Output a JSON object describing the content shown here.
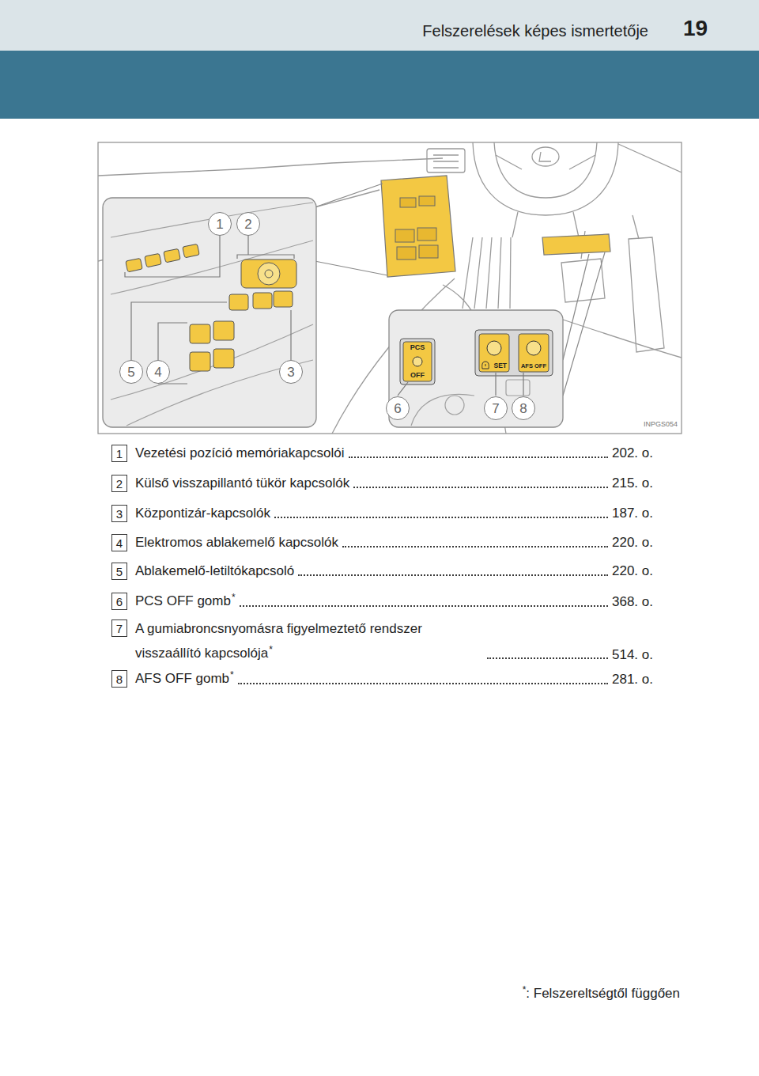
{
  "diagram": {
    "title": "Felszerelések képes ismertetője",
    "nodes": [
      {
        "text": [
          "1"
        ]
      },
      {
        "text": [
          "2"
        ]
      },
      {
        "text": [
          "5"
        ]
      },
      {
        "text": [
          "4"
        ]
      },
      {
        "text": [
          "3"
        ]
      },
      {
        "text": [
          "PCS",
          "OFF"
        ]
      },
      {
        "text": [
          "SET"
        ]
      },
      {
        "text": [
          "AFS OFF"
        ]
      },
      {
        "text": [
          "6"
        ]
      },
      {
        "text": [
          "7"
        ]
      },
      {
        "text": [
          "8"
        ]
      },
      {
        "text": [
          "1"
        ]
      },
      {
        "text": [
          "2"
        ]
      },
      {
        "text": [
          "3"
        ]
      },
      {
        "text": [
          "4"
        ]
      },
      {
        "text": [
          "5"
        ]
      },
      {
        "text": [
          "6"
        ]
      },
      {
        "text": [
          "7"
        ]
      },
      {
        "text": [
          "8"
        ]
      }
    ],
    "edges": [
      {
        "from": 8,
        "to": 5,
        "arrow": "none"
      },
      {
        "from": 9,
        "to": 6,
        "arrow": "none"
      },
      {
        "from": 10,
        "to": 7,
        "arrow": "none"
      }
    ],
    "labels": [
      "19",
      "INPGS054",
      "Vezetési pozíció memóriakapcsolói",
      "202. o.",
      "Külső visszapillantó tükör kapcsolók",
      "215. o.",
      "Központizár-kapcsolók",
      "187. o.",
      "Elektromos ablakemelő kapcsolók",
      "220. o.",
      "Ablakemelő-letiltókapcsoló",
      "220. o.",
      "PCS OFF gomb",
      "*",
      "368. o.",
      "A gumiabroncsnyomásra figyelmeztető rendszer visszaállító kapcsolója",
      "*",
      "514. o.",
      "AFS OFF gomb",
      "*",
      "281. o.",
      "*",
      ": Felszereltségtől függően"
    ]
  }
}
